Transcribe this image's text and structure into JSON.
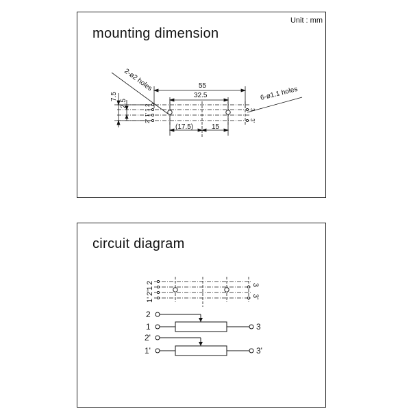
{
  "mounting": {
    "title": "mounting dimension",
    "unit": "Unit : mm",
    "labels": {
      "holes_2": "2-ø2 holes",
      "holes_6": "6-ø1.1 holes",
      "dim_55": "55",
      "dim_32_5": "32.5",
      "dim_17_5": "(17.5)",
      "dim_15": "15",
      "dim_7_5": "7.5",
      "dim_2_5": "2.5",
      "pin_2": "2",
      "pin_1": "1",
      "pin_1p": "1'",
      "pin_2p": "2'",
      "pin_3": "3",
      "pin_3p": "3'"
    }
  },
  "circuit": {
    "title": "circuit diagram",
    "pins": {
      "p2": "2",
      "p1": "1",
      "p2p": "2'",
      "p1p": "1'",
      "p3": "3",
      "p3p": "3'"
    },
    "terminals": {
      "t1": "1",
      "t2": "2",
      "t1p": "1'",
      "t2p": "2'",
      "t3": "3",
      "t3p": "3'"
    }
  }
}
